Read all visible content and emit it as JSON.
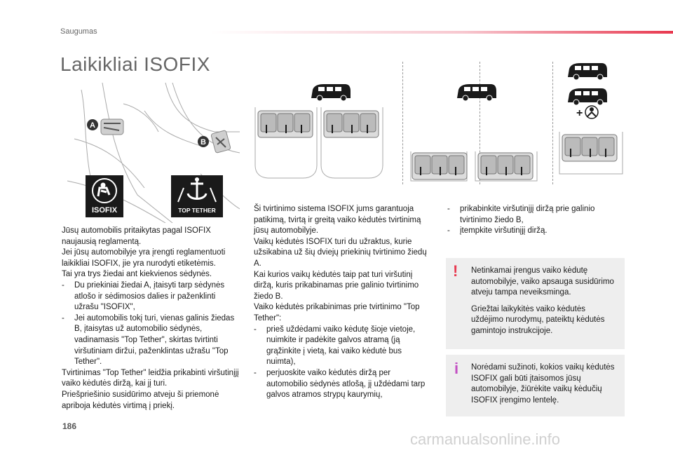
{
  "header": {
    "section": "Saugumas"
  },
  "title": "Laikikliai ISOFIX",
  "figure": {
    "anchor_a": "A",
    "anchor_b": "B",
    "isofix_label": "ISOFIX",
    "tether_label": "TOP TETHER",
    "plus_sign": "+"
  },
  "col1": {
    "paragraphs": [
      "Jūsų automobilis pritaikytas pagal ISOFIX naujausią reglamentą.",
      "Jei jūsų automobilyje yra įrengti reglamentuoti laikikliai ISOFIX, jie yra nurodyti etiketėmis.",
      "Tai yra trys žiedai ant kiekvienos sėdynės."
    ],
    "items": [
      {
        "dash": "-",
        "text": "Du priekiniai žiedai A, įtaisyti tarp sėdynės atlošo ir sėdimosios dalies ir paženklinti užrašu \"ISOFIX\","
      },
      {
        "dash": "-",
        "text": "Jei automobilis tokį turi, vienas galinis žiedas B, įtaisytas už automobilio sėdynės, vadinamasis \"Top Tether\", skirtas tvirtinti viršutiniam diržui, paženklintas užrašu \"Top Tether\"."
      }
    ],
    "after": [
      "Tvirtinimas \"Top Tether\" leidžia prikabinti viršutinįjį vaiko kėdutės diržą, kai jį turi.",
      "Priešpriešinio susidūrimo atveju ši priemonė apriboja kėdutės virtimą į priekį."
    ]
  },
  "col2": {
    "paragraphs": [
      "Ši tvirtinimo sistema ISOFIX jums garantuoja patikimą, tvirtą ir greitą vaiko kėdutės tvirtinimą jūsų automobilyje.",
      "Vaikų kėdutės ISOFIX turi du užraktus, kurie užsikabina už šių dviejų priekinių tvirtinimo žiedų A.",
      "Kai kurios vaikų kėdutės taip pat turi viršutinį diržą, kuris prikabinamas prie galinio tvirtinimo žiedo B.",
      "Vaiko kėdutės prikabinimas prie tvirtinimo \"Top Tether\":"
    ],
    "items": [
      {
        "dash": "-",
        "text": "prieš uždėdami vaiko kėdutę šioje vietoje, nuimkite ir padėkite galvos atramą (ją grąžinkite į vietą, kai vaiko kėdutė bus nuimta),"
      },
      {
        "dash": "-",
        "text": "perjuoskite vaiko kėdutės diržą per automobilio sėdynės atlošą, jį uždėdami tarp galvos atramos strypų kaurymių,"
      }
    ]
  },
  "col3": {
    "items": [
      {
        "dash": "-",
        "text": "prikabinkite viršutinįjį diržą prie galinio tvirtinimo žiedo B,"
      },
      {
        "dash": "-",
        "text": "įtempkite viršutinįjį diržą."
      }
    ]
  },
  "warning": {
    "mark": "!",
    "color": "#e8384f",
    "paragraphs": [
      "Netinkamai įrengus vaiko kėdutę automobilyje, vaiko apsauga susidūrimo atveju tampa neveiksminga.",
      "Griežtai laikykitės vaiko kėdutės uždėjimo nurodymų, pateiktų kėdutės gamintojo instrukcijoje."
    ]
  },
  "info": {
    "mark": "i",
    "color": "#c24fc2",
    "text": "Norėdami sužinoti, kokios vaikų kėdutės ISOFIX gali būti įtaisomos jūsų automobilyje, žiūrėkite vaikų kėdučių ISOFIX įrengimo lentelę."
  },
  "footer": {
    "page_number": "186",
    "watermark": "carmanualsonline.info"
  }
}
